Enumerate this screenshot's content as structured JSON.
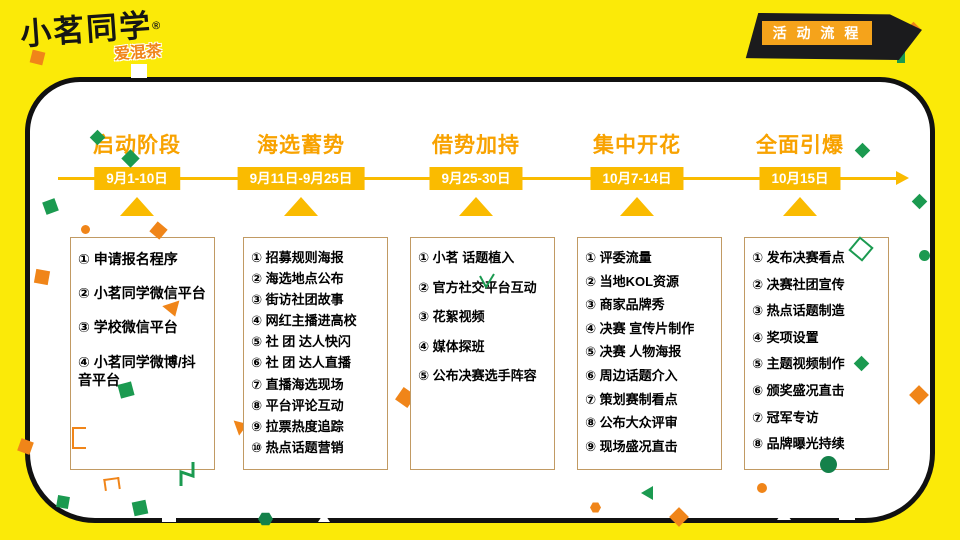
{
  "colors": {
    "background_yellow": "#FBEA08",
    "accent_orange_title": "#F8A200",
    "accent_golden": "#FABB00",
    "banner_black": "#1b1b1d",
    "banner_orange": "#F5A31B",
    "confetti_green": "#1B9A50",
    "confetti_orange": "#F08519",
    "box_border_tan": "#C19A63"
  },
  "logo": {
    "name": "小茗同学",
    "trademark": "®",
    "subtitle": "爱混茶"
  },
  "banner": {
    "label": "活 动 流 程"
  },
  "phases": [
    {
      "title": "启动阶段",
      "date": "9月1-10日",
      "items": [
        "① 申请报名程序",
        "② 小茗同学微信平台",
        "③ 学校微信平台",
        "④ 小茗同学微博/抖音平台"
      ]
    },
    {
      "title": "海选蓄势",
      "date": "9月11日-9月25日",
      "items": [
        "① 招募规则海报",
        "② 海选地点公布",
        "③ 街访社团故事",
        "④ 网红主播进高校",
        "⑤ 社 团 达人快闪",
        "⑥ 社 团 达人直播",
        "⑦ 直播海选现场",
        "⑧ 平台评论互动",
        "⑨ 拉票热度追踪",
        "⑩ 热点话题营销"
      ]
    },
    {
      "title": "借势加持",
      "date": "9月25-30日",
      "items": [
        "① 小茗 话题植入",
        "② 官方社交平台互动",
        "③ 花絮视频",
        "④ 媒体探班",
        "⑤ 公布决赛选手阵容"
      ]
    },
    {
      "title": "集中开花",
      "date": "10月7-14日",
      "items": [
        "① 评委流量",
        "② 当地KOL资源",
        "③ 商家品牌秀",
        "④ 决赛 宣传片制作",
        "⑤ 决赛 人物海报",
        "⑥ 周边话题介入",
        "⑦ 策划赛制看点",
        "⑧ 公布大众评审",
        "⑨ 现场盛况直击"
      ]
    },
    {
      "title": "全面引爆",
      "date": "10月15日",
      "items": [
        "① 发布决赛看点",
        "② 决赛社团宣传",
        "③ 热点话题制造",
        "④ 奖项设置",
        "⑤ 主题视频制作",
        "⑥ 颁奖盛况直击",
        "⑦ 冠军专访",
        "⑧ 品牌曝光持续"
      ]
    }
  ]
}
